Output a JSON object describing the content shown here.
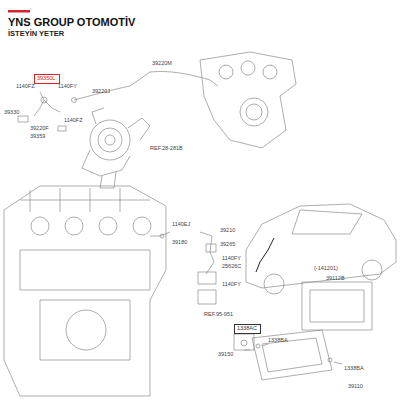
{
  "diagram": {
    "title": "YNS GROUP OTOMOTİV",
    "nodes": [
      {
        "text": [
          "39350L"
        ]
      },
      {
        "text": [
          "1338AC"
        ]
      }
    ],
    "edges": [],
    "labels": [
      "İSTEYİN YETER",
      "39220M",
      "1140FZ",
      "1140FY",
      "39220J",
      "39330",
      "1140FZ",
      "39220F",
      "39359",
      "REF.28-281B",
      "1140EJ",
      "39180",
      "39210",
      "39265",
      "1140FY",
      "25626C",
      "1140FY",
      "REF.95-951",
      "(-141201)",
      "39112B",
      "39150",
      "1338BA",
      "1338BA",
      "39110"
    ]
  }
}
